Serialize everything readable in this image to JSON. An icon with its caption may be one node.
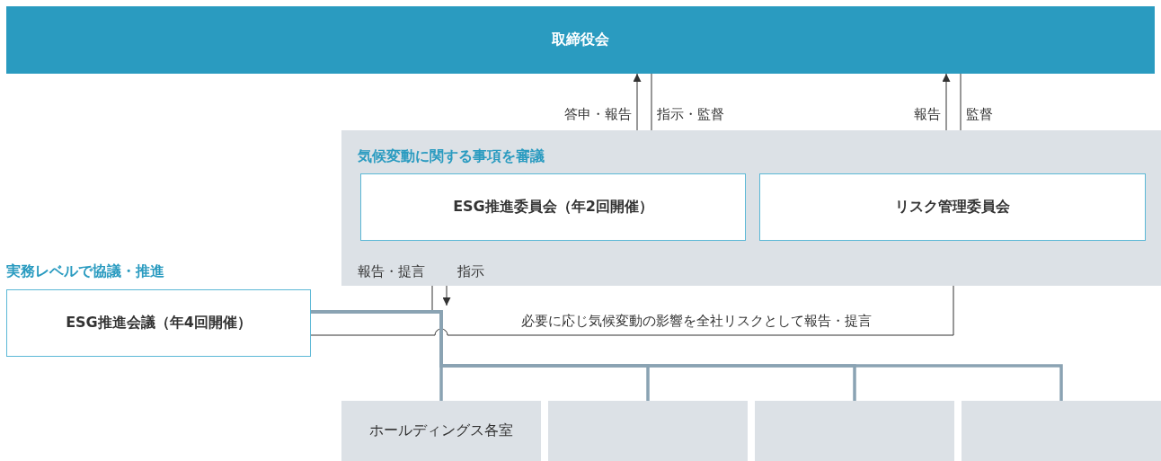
{
  "diagram": {
    "nodes": [
      {
        "text": [
          "取締役会"
        ]
      },
      {
        "text": [
          "気候変動に関する事項を審議"
        ]
      },
      {
        "text": [
          "ESG推進委員会（年2回開催）"
        ],
        "in": 1
      },
      {
        "text": [
          "リスク管理委員会"
        ],
        "in": 1
      },
      {
        "text": [
          "実務レベルで協議・推進",
          "ESG推進会議（年4回開催）"
        ]
      },
      {
        "text": [
          "ホールディングス各室"
        ]
      },
      {
        "text": [],
        "shape": "box"
      },
      {
        "text": [],
        "shape": "box"
      },
      {
        "text": [],
        "shape": "box"
      }
    ],
    "edges": [
      {
        "from": 2,
        "to": 0,
        "arrow": "to",
        "label": "答申・報告"
      },
      {
        "from": 0,
        "to": 2,
        "arrow": "to",
        "label": "指示・監督"
      },
      {
        "from": 3,
        "to": 0,
        "arrow": "to",
        "label": "報告"
      },
      {
        "from": 0,
        "to": 3,
        "arrow": "to",
        "label": "監督"
      },
      {
        "from": 4,
        "to": 2,
        "arrow": "to",
        "label": "報告・提言"
      },
      {
        "from": 2,
        "to": null,
        "arrow": "to",
        "label": "指示"
      },
      {
        "from": 4,
        "to": 3,
        "arrow": "to",
        "label": "必要に応じ気候変動の影響を全社リスクとして報告・提言"
      },
      {
        "from": 4,
        "to": 5,
        "arrow": "none",
        "style": "thick",
        "color": "#8aa3b3"
      },
      {
        "from": 4,
        "to": 6,
        "arrow": "none",
        "style": "thick",
        "color": "#8aa3b3"
      },
      {
        "from": 4,
        "to": 7,
        "arrow": "none",
        "style": "thick",
        "color": "#8aa3b3"
      },
      {
        "from": 4,
        "to": 8,
        "arrow": "none",
        "style": "thick",
        "color": "#8aa3b3"
      }
    ]
  }
}
